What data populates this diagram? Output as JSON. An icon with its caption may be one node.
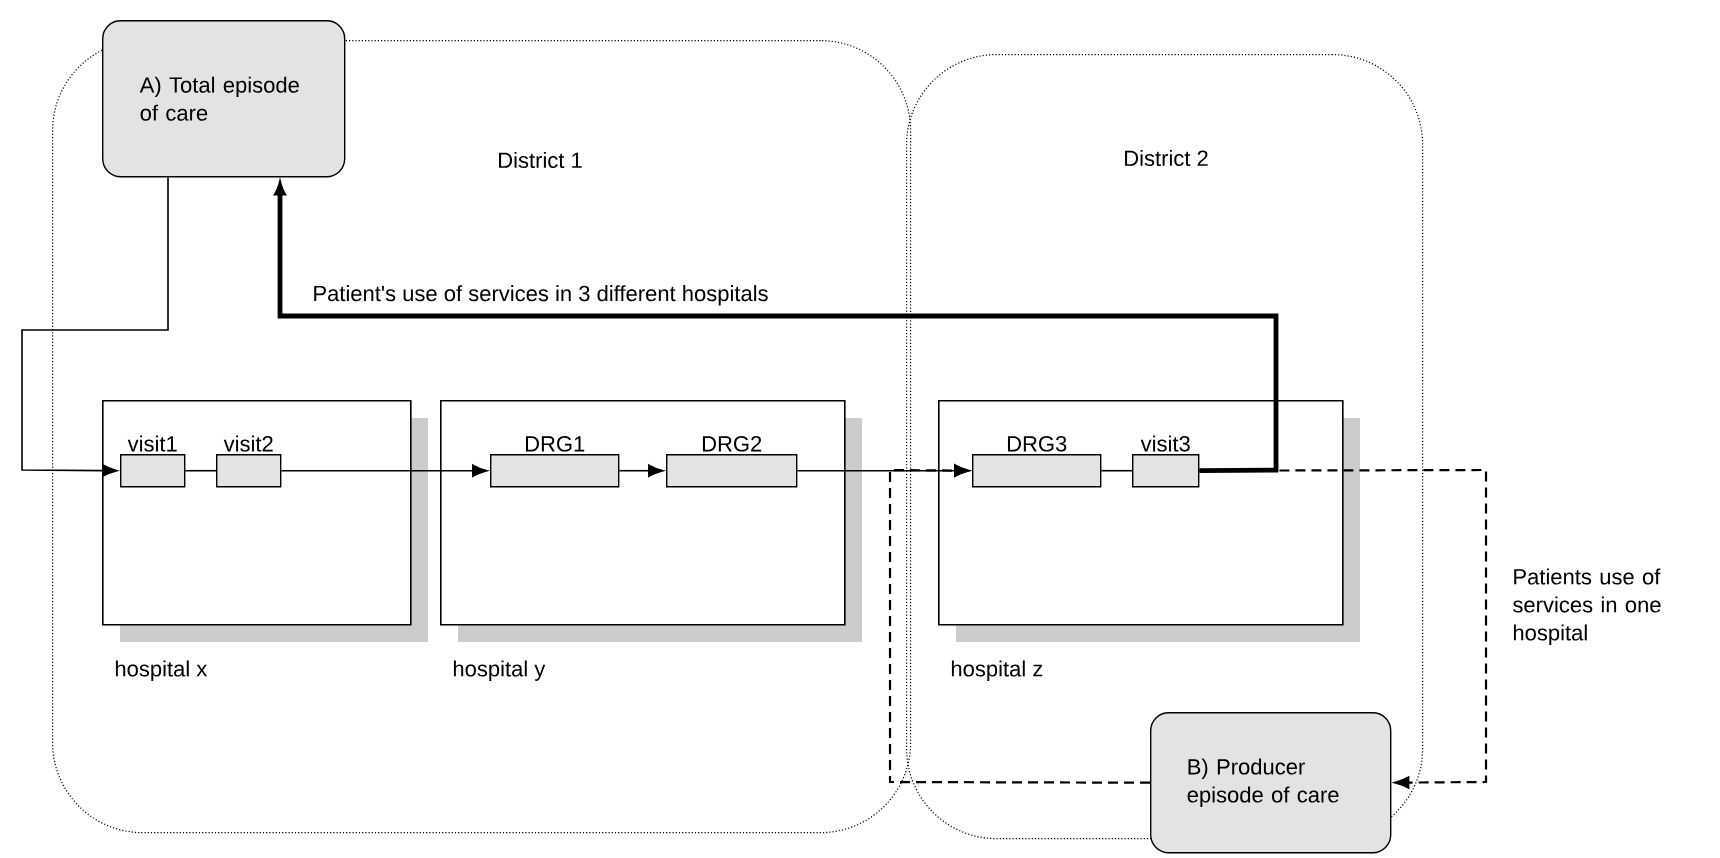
{
  "diagram": {
    "nodes": [
      {
        "text": [
          "District 1"
        ]
      },
      {
        "text": [
          "District 2"
        ]
      },
      {
        "text": [
          "A) Total episode of care"
        ]
      },
      {
        "text": [],
        "shape": "box",
        "in": 0,
        "beside": [
          "hospital x"
        ]
      },
      {
        "text": [],
        "shape": "box",
        "in": 0,
        "beside": [
          "hospital y"
        ]
      },
      {
        "text": [],
        "shape": "box",
        "in": 1,
        "beside": [
          "hospital z"
        ]
      },
      {
        "text": [
          "visit1"
        ],
        "in": 3
      },
      {
        "text": [
          "visit2"
        ],
        "in": 3
      },
      {
        "text": [
          "DRG1"
        ],
        "in": 4
      },
      {
        "text": [
          "DRG2"
        ],
        "in": 4
      },
      {
        "text": [
          "DRG3"
        ],
        "in": 5
      },
      {
        "text": [
          "visit3"
        ],
        "in": 5
      },
      {
        "text": [
          "B) Producer episode of care"
        ]
      }
    ],
    "edges": [
      {
        "from": 2,
        "to": 6,
        "arrow": "to"
      },
      {
        "from": 6,
        "to": 7,
        "arrow": "none"
      },
      {
        "from": 7,
        "to": 8,
        "arrow": "to"
      },
      {
        "from": 8,
        "to": 9,
        "arrow": "to"
      },
      {
        "from": 9,
        "to": 10,
        "arrow": "to"
      },
      {
        "from": 10,
        "to": 11,
        "arrow": "none"
      },
      {
        "from": 11,
        "to": 2,
        "arrow": "to",
        "style": "thick",
        "label": "Patient's use of services in 3 different hospitals"
      },
      {
        "from": 11,
        "to": 12,
        "arrow": "to",
        "style": "dashed",
        "label": "Patients use of services in one hospital"
      },
      {
        "from": 12,
        "to": 10,
        "arrow": "to",
        "style": "dashed"
      }
    ]
  }
}
